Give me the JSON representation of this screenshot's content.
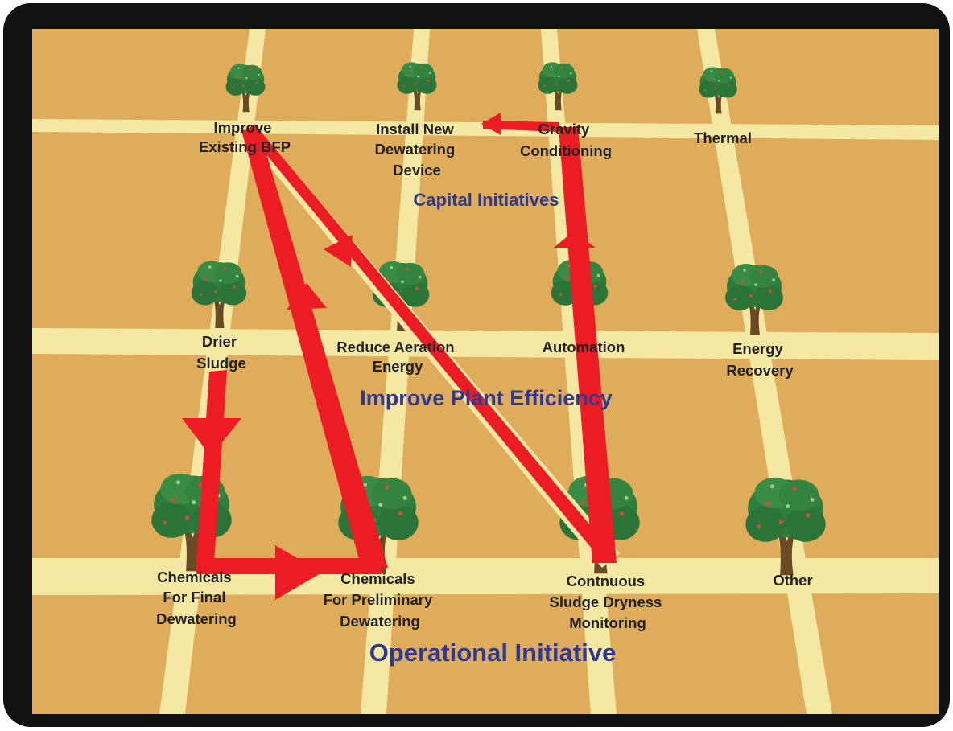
{
  "diagram": {
    "sections": {
      "capital": "Capital Initiatives",
      "efficiency": "Improve Plant Efficiency",
      "operational": "Operational Initiative"
    },
    "nodes": {
      "improve_bfp": [
        "Improve",
        "Existing BFP"
      ],
      "install_new": [
        "Install New",
        "Dewatering",
        "Device"
      ],
      "gravity": [
        "Gravity",
        "Conditioning"
      ],
      "thermal": [
        "Thermal"
      ],
      "drier": [
        "Drier",
        "Sludge"
      ],
      "reduce_aeration": [
        "Reduce Aeration",
        "Energy"
      ],
      "automation": [
        "Automation"
      ],
      "energy_recovery": [
        "Energy",
        "Recovery"
      ],
      "chem_final": [
        "Chemicals",
        "For Final",
        "Dewatering"
      ],
      "chem_prelim": [
        "Chemicals",
        "For Preliminary",
        "Dewatering"
      ],
      "continuous": [
        "Contnuous",
        "Sludge Dryness",
        "Monitoring"
      ],
      "other": [
        "Other"
      ]
    },
    "colors": {
      "frame": "#111111",
      "field": "#deac5a",
      "road": "#f5e8a3",
      "path": "#ec1c24",
      "section_text": "#2c3a94",
      "label_text": "#222222",
      "foliage": "#2e7d3c",
      "trunk": "#6b4a26"
    }
  }
}
